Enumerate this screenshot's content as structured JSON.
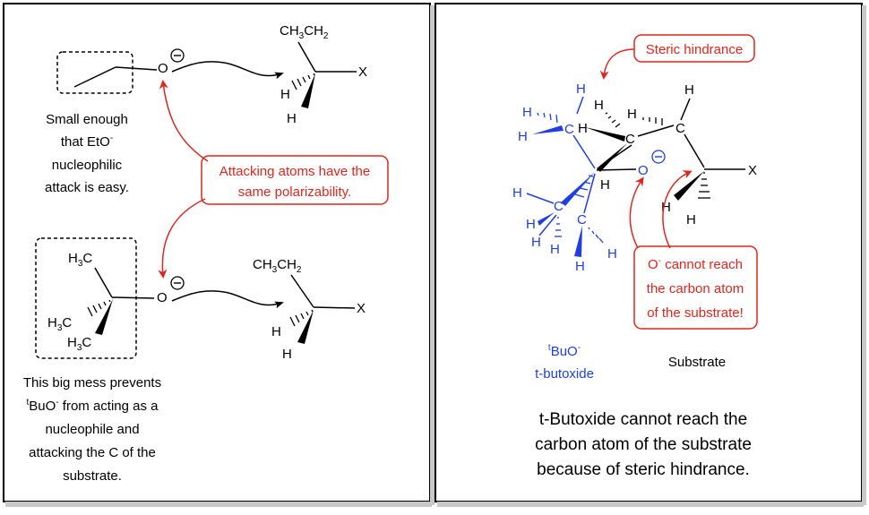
{
  "left_panel": {
    "top_reaction": {
      "oxygen": "O",
      "substrate_group": "CH",
      "substrate_group_sub1": "3",
      "substrate_group_mid": "CH",
      "substrate_group_sub2": "2",
      "hydrogen_1": "H",
      "hydrogen_2": "H",
      "leaving_group": "X"
    },
    "top_caption": {
      "line1": "Small enough",
      "line2": "that EtO",
      "line2_sup": "-",
      "line3": "nucleophilic",
      "line4": "attack is easy."
    },
    "callout": {
      "line1": "Attacking atoms have the",
      "line2": "same polarizability."
    },
    "bottom_reaction": {
      "methyl_1": "H",
      "methyl_1_sub": "3",
      "methyl_1_c": "C",
      "methyl_2": "H",
      "methyl_2_sub": "3",
      "methyl_2_c": "C",
      "methyl_3": "H",
      "methyl_3_sub": "3",
      "methyl_3_c": "C",
      "oxygen": "O",
      "substrate_group": "CH",
      "substrate_group_sub1": "3",
      "substrate_group_mid": "CH",
      "substrate_group_sub2": "2",
      "hydrogen_1": "H",
      "hydrogen_2": "H",
      "leaving_group": "X"
    },
    "bottom_caption": {
      "line1": "This big mess prevents",
      "line2_sup": "t",
      "line2_a": "BuO",
      "line2_sup2": "-",
      "line2_b": " from acting as a",
      "line3": "nucleophile and",
      "line4": "attacking the C of the",
      "line5": "substrate."
    }
  },
  "right_panel": {
    "steric_callout": "Steric hindrance",
    "cannot_callout": {
      "line1_a": "O",
      "line1_sup": "-",
      "line1_b": " cannot reach",
      "line2": "the carbon atom",
      "line3": "of the substrate!"
    },
    "molecule": {
      "h": "H",
      "c": "C",
      "ch": "CH",
      "o": "O",
      "x": "X"
    },
    "tbuo_label": {
      "sup": "t",
      "text": "BuO",
      "sup2": "-",
      "line2": "t-butoxide"
    },
    "substrate_label": "Substrate",
    "conclusion": {
      "line1": "t-Butoxide cannot reach the",
      "line2": "carbon atom of the substrate",
      "line3": "because of steric hindrance."
    }
  },
  "colors": {
    "red": "#e0261c",
    "blue": "#1f3fe0",
    "black": "#000000"
  }
}
